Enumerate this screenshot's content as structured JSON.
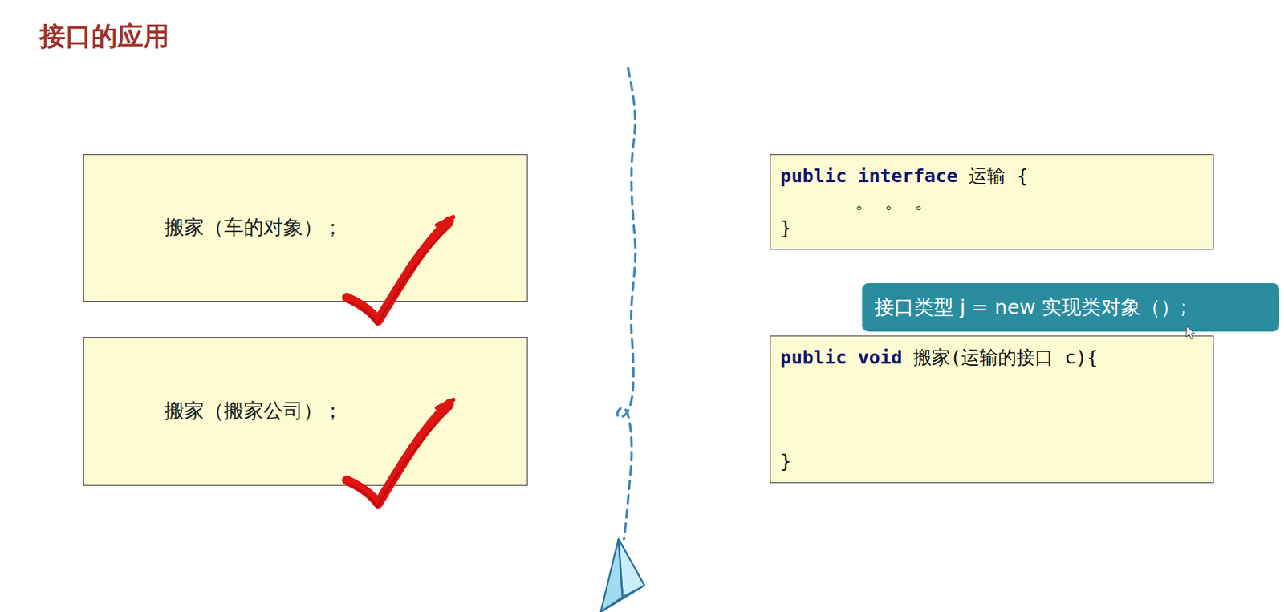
{
  "diagram": {
    "title": "接口的应用",
    "nodes": [
      {
        "text": [
          "搬家（车的对象）；"
        ]
      },
      {
        "text": [
          "public interface 运输 {",
          "。 。 。",
          "}"
        ]
      },
      {
        "text": [
          "接口类型 j = new 实现类对象（）;"
        ]
      },
      {
        "text": [
          "搬家（搬家公司）；"
        ]
      },
      {
        "text": [
          "public void 搬家(运输的接口 c){",
          "}"
        ]
      }
    ]
  }
}
